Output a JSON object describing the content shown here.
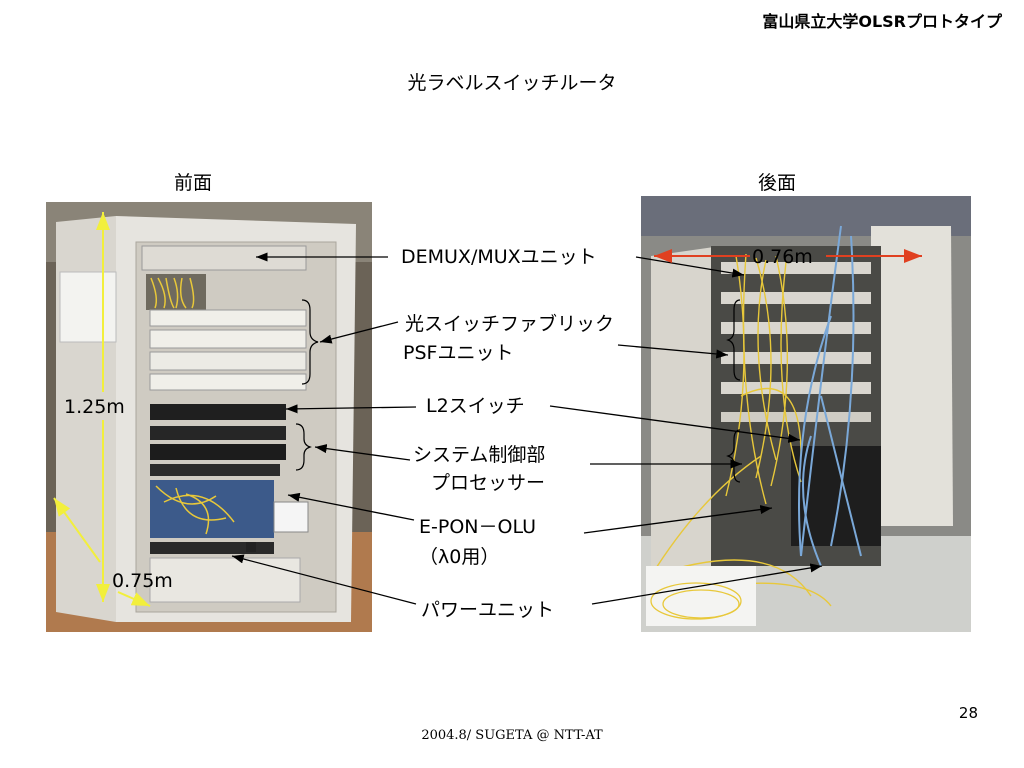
{
  "header": {
    "org": "富山県立大学OLSRプロトタイプ"
  },
  "slide": {
    "title": "光ラベルスイッチルータ",
    "front_label": "前面",
    "back_label": "後面",
    "height_dim": "1.25m",
    "depth_dim": "0.75m",
    "width_dim": "0.76m",
    "labels": {
      "demux": "DEMUX/MUXユニット",
      "switch_fabric": "光スイッチファブリック",
      "psf": "PSFユニット",
      "l2": "L2スイッチ",
      "sys_ctrl": "システム制御部",
      "processor": "プロセッサー",
      "epon": "E-PON－OLU",
      "epon_sub": "（λ0用）",
      "power": "パワーユニット"
    },
    "page_number": "28",
    "footer": "2004.8/ SUGETA @ NTT-AT"
  },
  "colors": {
    "dim_yellow": "#f2ef3c",
    "dim_red": "#e04020",
    "fiber": "#e8c83a",
    "cable": "#7aa8d8"
  }
}
